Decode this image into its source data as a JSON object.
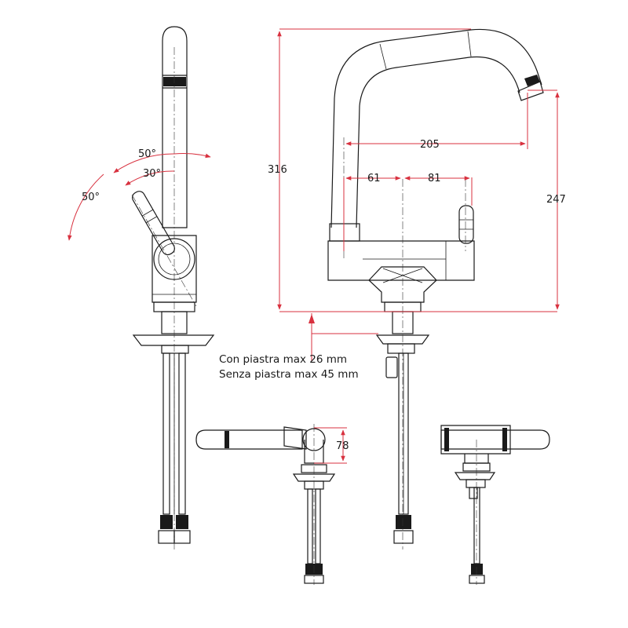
{
  "dimensions": {
    "height_total": "316",
    "spout_reach": "205",
    "spout_to_axis": "61",
    "axis_to_lever": "81",
    "spout_height": "247",
    "lever_height": "78"
  },
  "angles": {
    "outer_right": "50°",
    "inner": "30°",
    "outer_left": "50°"
  },
  "notes": {
    "with_plate": "Con piastra max 26 mm",
    "without_plate": "Senza piastra max 45 mm"
  },
  "colors": {
    "dimension_lines": "#d8313f",
    "drawing": "#1a1a1a"
  }
}
